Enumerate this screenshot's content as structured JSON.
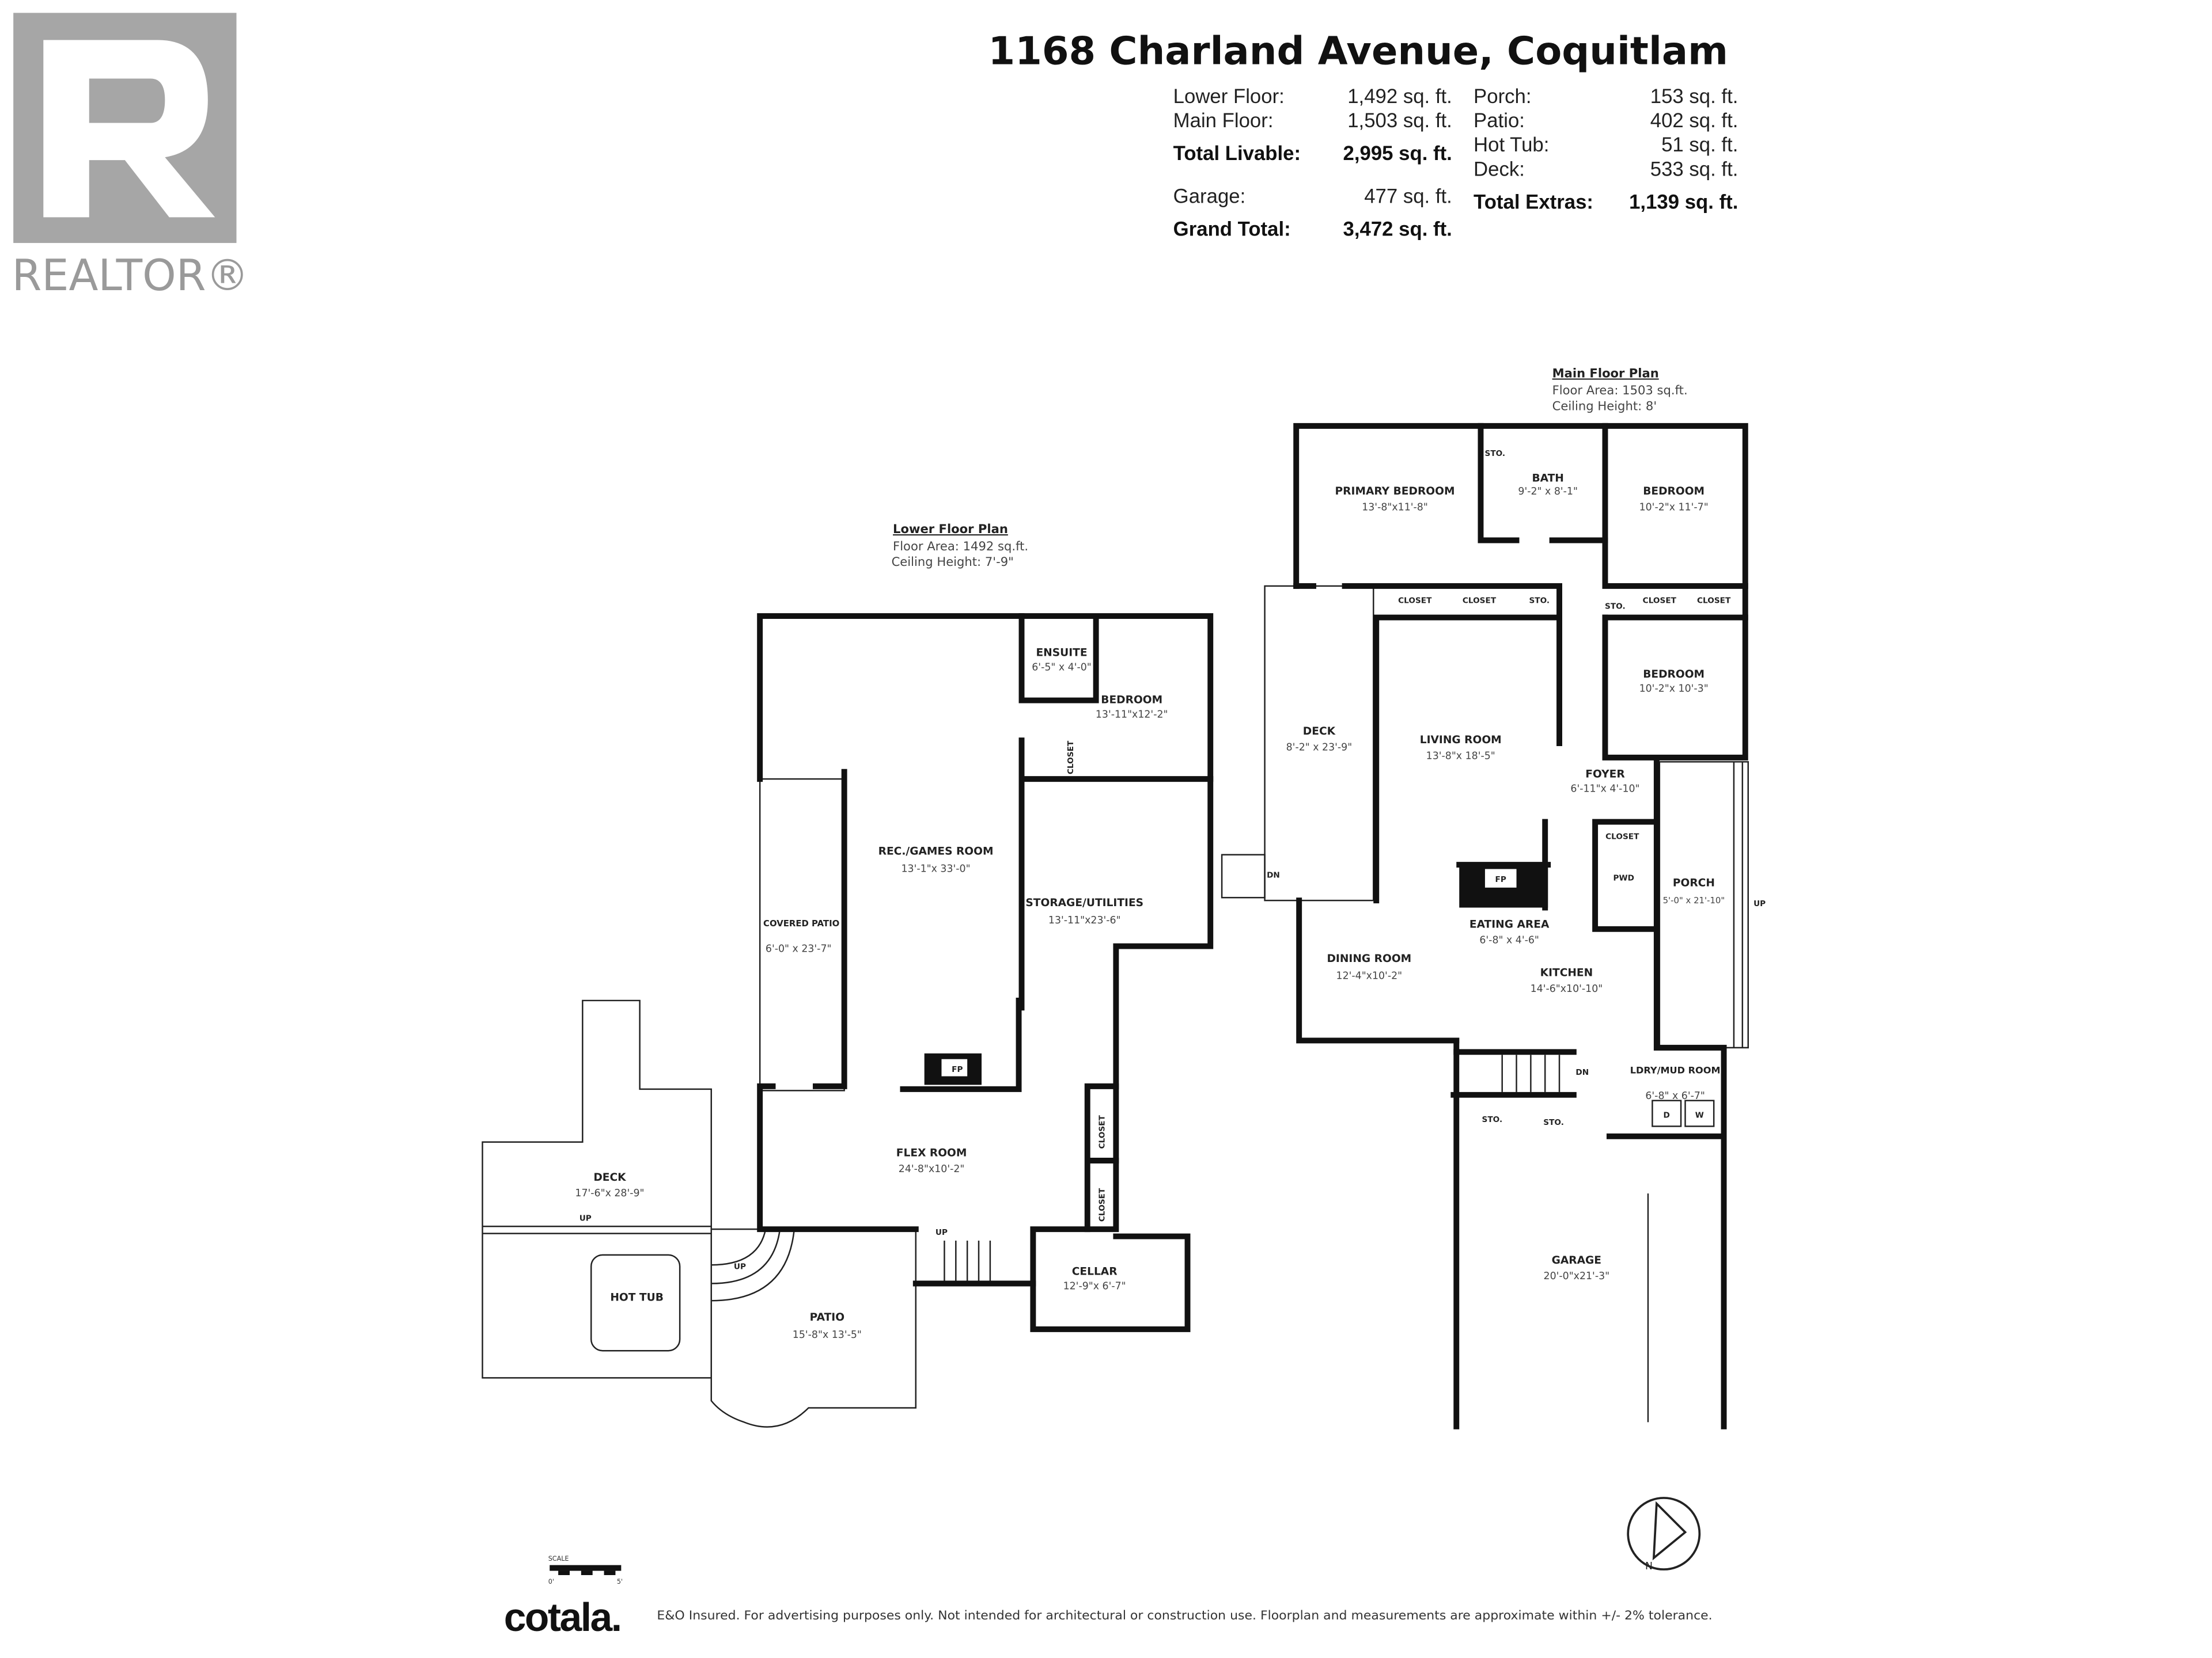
{
  "title": "1168 Charland Avenue, Coquitlam",
  "logo": {
    "brand": "REALTOR®",
    "color": "#a6a6a6"
  },
  "stats": {
    "left": [
      {
        "label": "Lower Floor:",
        "value": "1,492 sq. ft."
      },
      {
        "label": "Main Floor:",
        "value": "1,503 sq. ft."
      },
      {
        "label": "Total Livable:",
        "value": "2,995 sq. ft.",
        "bold": true
      },
      {
        "label": "Garage:",
        "value": "477 sq. ft."
      },
      {
        "label": "Grand Total:",
        "value": "3,472 sq. ft.",
        "bold": true
      }
    ],
    "right": [
      {
        "label": "Porch:",
        "value": "153 sq. ft."
      },
      {
        "label": "Patio:",
        "value": "402 sq. ft."
      },
      {
        "label": "Hot Tub:",
        "value": "51 sq. ft."
      },
      {
        "label": "Deck:",
        "value": "533 sq. ft."
      },
      {
        "label": "Total Extras:",
        "value": "1,139 sq. ft.",
        "bold": true
      }
    ]
  },
  "lower_plan": {
    "heading": "Lower Floor Plan",
    "area": "Floor Area: 1492 sq.ft.",
    "ceiling": "Ceiling Height: 7'-9\"",
    "rooms": [
      {
        "name": "ENSUITE",
        "dims": "6'-5\" x 4'-0\""
      },
      {
        "name": "BEDROOM",
        "dims": "13'-11\"x12'-2\""
      },
      {
        "name": "REC./GAMES ROOM",
        "dims": "13'-1\"x 33'-0\""
      },
      {
        "name": "STORAGE/UTILITIES",
        "dims": "13'-11\"x23'-6\""
      },
      {
        "name": "COVERED PATIO",
        "dims": "6'-0\" x 23'-7\""
      },
      {
        "name": "FLEX ROOM",
        "dims": "24'-8\"x10'-2\""
      },
      {
        "name": "DECK",
        "dims": "17'-6\"x 28'-9\""
      },
      {
        "name": "HOT TUB",
        "dims": ""
      },
      {
        "name": "PATIO",
        "dims": "15'-8\"x 13'-5\""
      },
      {
        "name": "CELLAR",
        "dims": "12'-9\"x 6'-7\""
      }
    ]
  },
  "main_plan": {
    "heading": "Main Floor Plan",
    "area": "Floor Area: 1503 sq.ft.",
    "ceiling": "Ceiling Height: 8'",
    "rooms": [
      {
        "name": "PRIMARY BEDROOM",
        "dims": "13'-8\"x11'-8\""
      },
      {
        "name": "BATH",
        "dims": "9'-2\" x 8'-1\""
      },
      {
        "name": "BEDROOM",
        "dims": "10'-2\"x 11'-7\""
      },
      {
        "name": "BEDROOM",
        "dims": "10'-2\"x 10'-3\""
      },
      {
        "name": "DECK",
        "dims": "8'-2\" x 23'-9\""
      },
      {
        "name": "LIVING ROOM",
        "dims": "13'-8\"x 18'-5\""
      },
      {
        "name": "FOYER",
        "dims": "6'-11\"x 4'-10\""
      },
      {
        "name": "PORCH",
        "dims": "5'-0\" x 21'-10\""
      },
      {
        "name": "EATING AREA",
        "dims": "6'-8\" x 4'-6\""
      },
      {
        "name": "DINING ROOM",
        "dims": "12'-4\"x10'-2\""
      },
      {
        "name": "KITCHEN",
        "dims": "14'-6\"x10'-10\""
      },
      {
        "name": "LDRY/MUD ROOM",
        "dims": "6'-8\" x 6'-7\""
      },
      {
        "name": "GARAGE",
        "dims": "20'-0\"x21'-3\""
      },
      {
        "name": "PWD",
        "dims": ""
      }
    ]
  },
  "labels": {
    "sto": "STO.",
    "closet": "CLOSET",
    "fp": "FP",
    "up": "UP",
    "dn": "DN",
    "washer": "W",
    "dryer": "D"
  },
  "scale": {
    "label": "SCALE",
    "min": "0'",
    "max": "5'"
  },
  "compass": {
    "label": "N",
    "icon": "north-arrow-icon"
  },
  "footer": {
    "brand": "cotala.",
    "disclaimer": "E&O Insured. For advertising purposes only. Not intended for architectural or construction use. Floorplan and measurements are approximate within +/- 2% tolerance."
  }
}
